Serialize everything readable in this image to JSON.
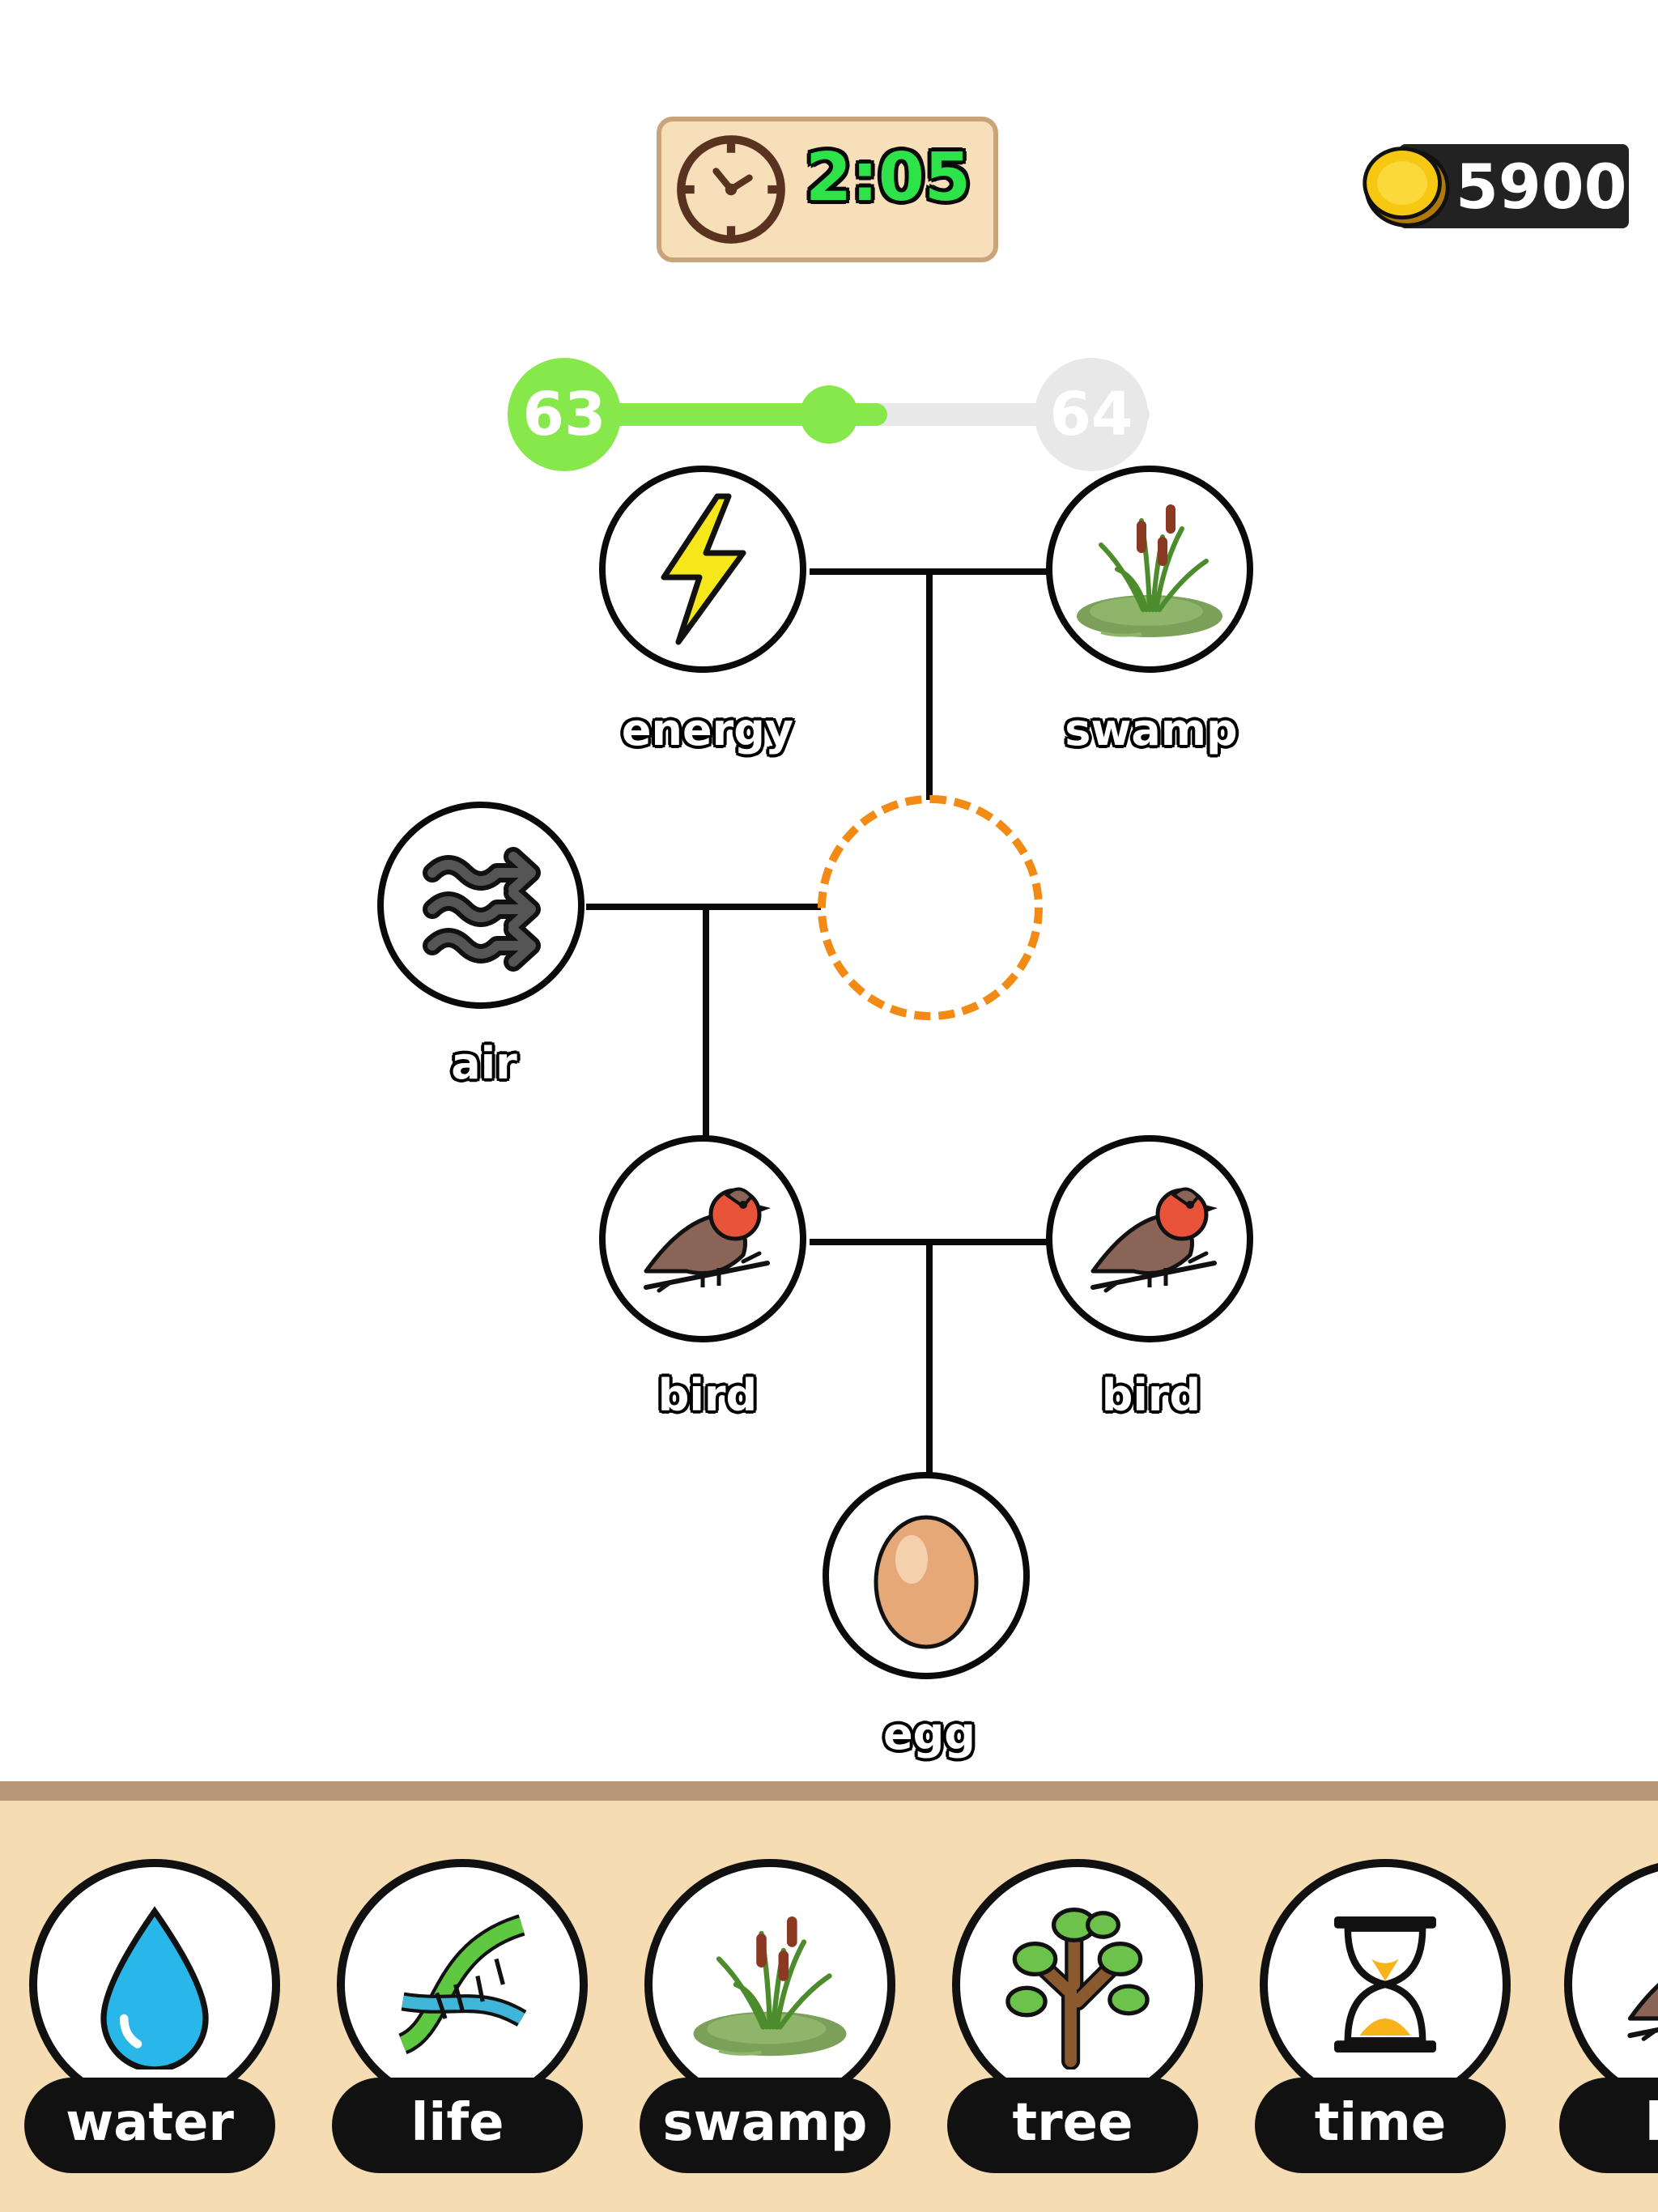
{
  "timer": {
    "value": "2:05",
    "icon": "clock-icon",
    "color": "#2de34a"
  },
  "coins": {
    "value": "5900",
    "icon": "coin-icon"
  },
  "progress": {
    "current_level": "63",
    "next_level": "64",
    "fill_fraction": 0.55,
    "color": "#86e84a"
  },
  "board": {
    "nodes": [
      {
        "label": "energy",
        "icon": "lightning-bolt-icon"
      },
      {
        "label": "swamp",
        "icon": "swamp-icon"
      },
      {
        "label": "air",
        "icon": "wind-icon"
      },
      {
        "label": "bird",
        "icon": "bird-icon"
      },
      {
        "label": "bird",
        "icon": "bird-icon"
      },
      {
        "label": "egg",
        "icon": "egg-icon"
      }
    ],
    "target_slot": {
      "state": "empty",
      "color": "#f28a14"
    }
  },
  "tray": {
    "items": [
      {
        "label": "water",
        "icon": "water-drop-icon"
      },
      {
        "label": "life",
        "icon": "dna-icon"
      },
      {
        "label": "swamp",
        "icon": "swamp-icon"
      },
      {
        "label": "tree",
        "icon": "tree-icon"
      },
      {
        "label": "time",
        "icon": "hourglass-icon"
      },
      {
        "label": "b",
        "icon": "bird-icon"
      }
    ]
  }
}
